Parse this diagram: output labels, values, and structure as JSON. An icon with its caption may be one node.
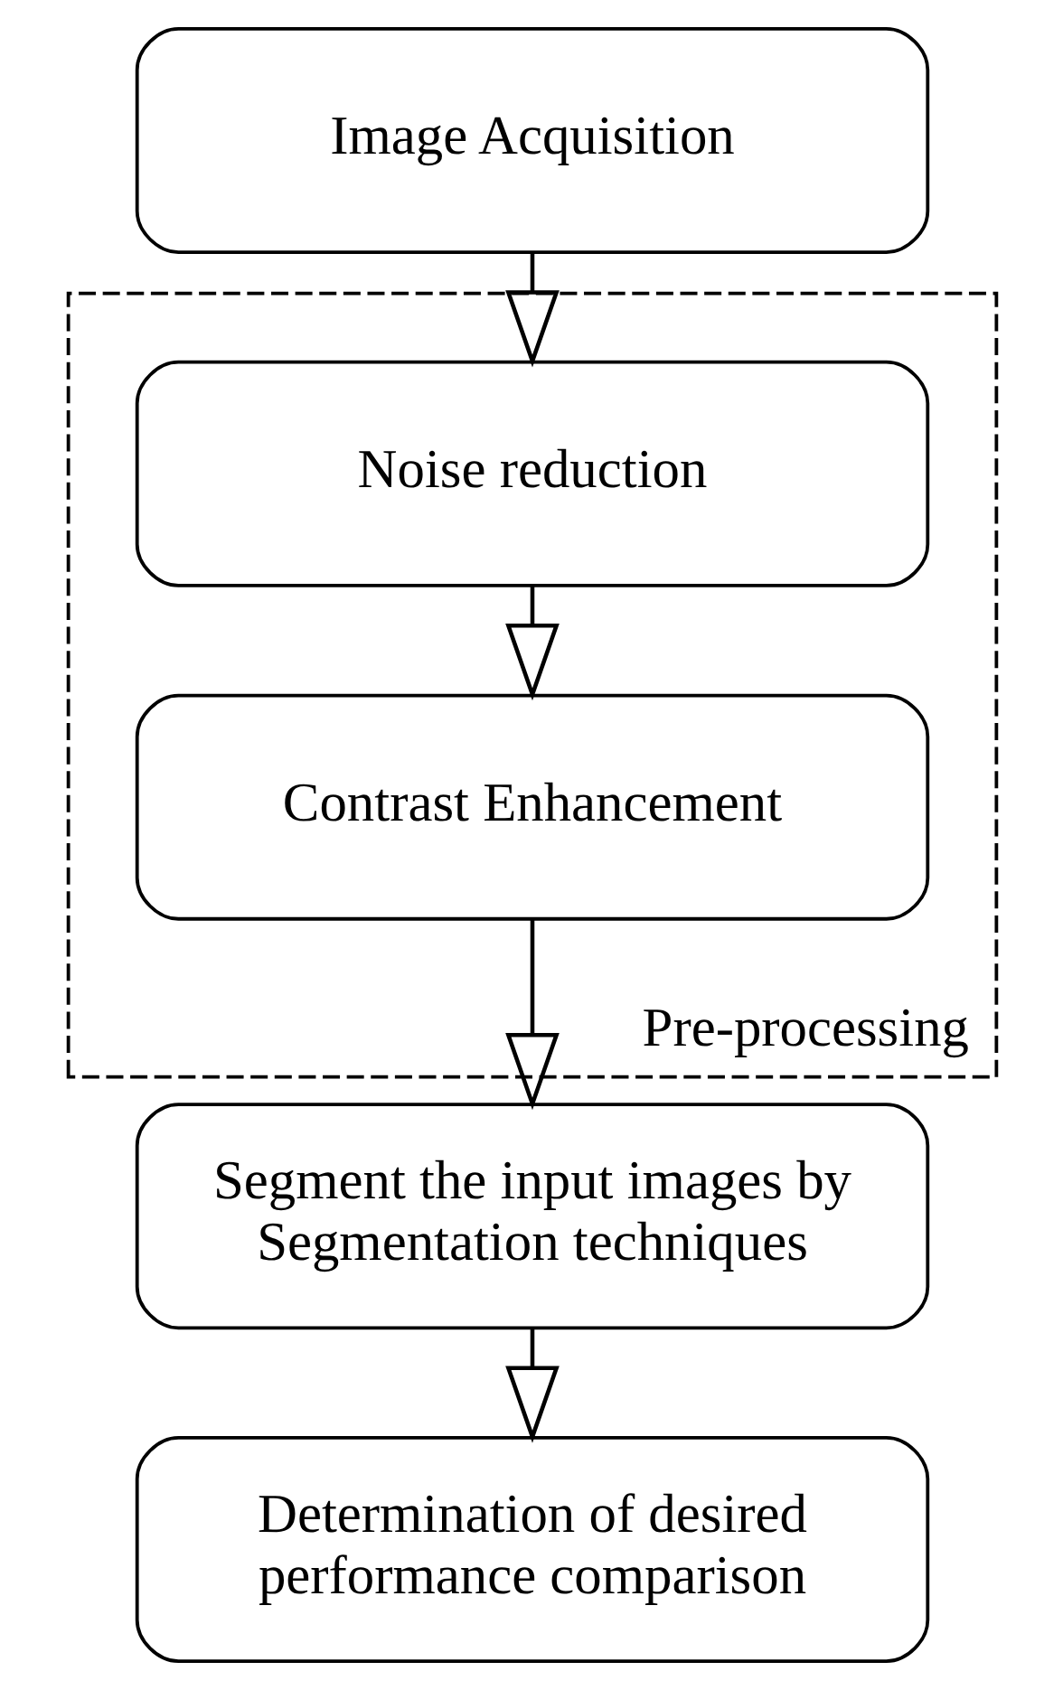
{
  "diagram": {
    "nodes": [
      {
        "text": [
          "Image Acquisition"
        ]
      },
      {
        "text": [
          "Pre-processing"
        ]
      },
      {
        "text": [
          "Noise reduction"
        ],
        "in": 1
      },
      {
        "text": [
          "Contrast Enhancement"
        ],
        "in": 1
      },
      {
        "text": [
          "Segment the input images by Segmentation techniques"
        ]
      },
      {
        "text": [
          "Determination of desired performance comparison"
        ]
      }
    ],
    "edges": [
      {
        "from": 0,
        "to": 2,
        "arrow": "to"
      },
      {
        "from": 2,
        "to": 3,
        "arrow": "to"
      },
      {
        "from": 3,
        "to": 4,
        "arrow": "to"
      },
      {
        "from": 4,
        "to": 5,
        "arrow": "to"
      }
    ]
  }
}
